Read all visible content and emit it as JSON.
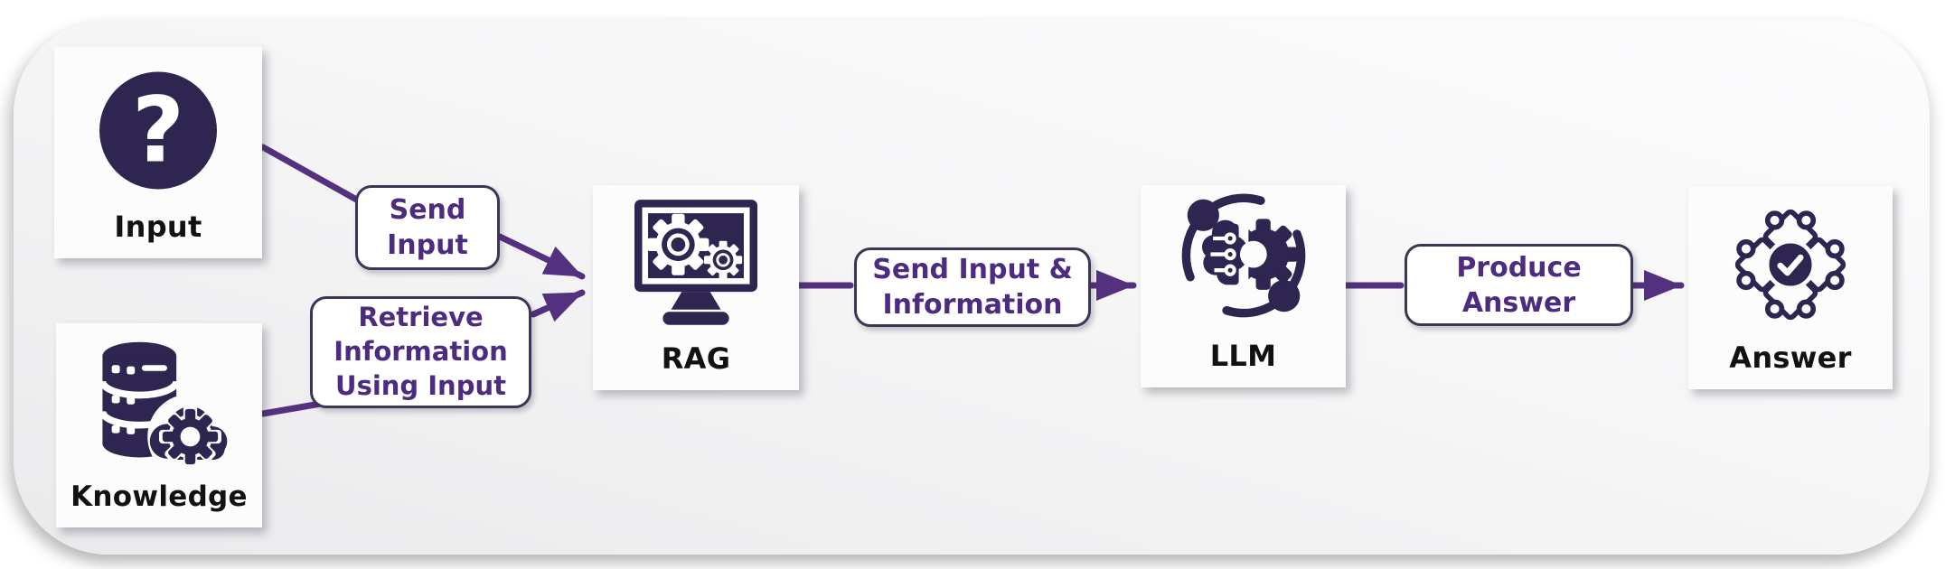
{
  "nodes": {
    "input": {
      "label": "Input",
      "icon": "question-mark-icon"
    },
    "knowledge": {
      "label": "Knowledge",
      "icon": "database-gear-icon"
    },
    "rag": {
      "label": "RAG",
      "icon": "monitor-gears-icon"
    },
    "llm": {
      "label": "LLM",
      "icon": "ai-brain-gear-icon"
    },
    "answer": {
      "label": "Answer",
      "icon": "puzzle-check-icon"
    }
  },
  "edge_labels": {
    "send_input": {
      "line1": "Send",
      "line2": "Input"
    },
    "retrieve": {
      "line1": "Retrieve",
      "line2": "Information",
      "line3": "Using Input"
    },
    "send_info": {
      "line1": "Send Input &",
      "line2": "Information"
    },
    "produce_answer": {
      "line1": "Produce",
      "line2": "Answer"
    }
  },
  "edges": [
    {
      "from": "input",
      "to": "rag",
      "label": "Send Input"
    },
    {
      "from": "knowledge",
      "to": "rag",
      "label": "Retrieve Information Using Input"
    },
    {
      "from": "rag",
      "to": "llm",
      "label": "Send Input & Information"
    },
    {
      "from": "llm",
      "to": "answer",
      "label": "Produce Answer"
    }
  ],
  "colors": {
    "icon_dark": "#2e2550",
    "arrow_purple": "#53317e",
    "edge_label_text": "#4c2b80",
    "edge_box_border": "#3c3654",
    "node_label_text": "#121212",
    "card_background": "#fcfcfd"
  }
}
